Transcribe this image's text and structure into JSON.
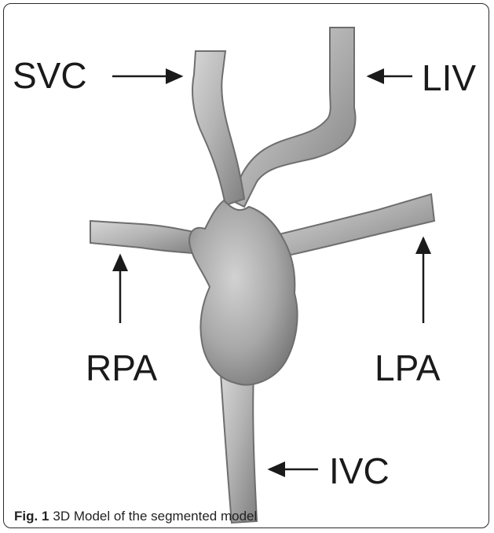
{
  "labels": {
    "svc": "SVC",
    "liv": "LIV",
    "rpa": "RPA",
    "lpa": "LPA",
    "ivc": "IVC"
  },
  "caption": {
    "figure_label": "Fig. 1",
    "text": "3D Model of the segmented model"
  },
  "colors": {
    "vessel_light": "#c8c8c8",
    "vessel_mid": "#a9a9a9",
    "vessel_dark": "#7e7e7e",
    "text": "#1a1a1a",
    "border": "#2a2a2a"
  }
}
